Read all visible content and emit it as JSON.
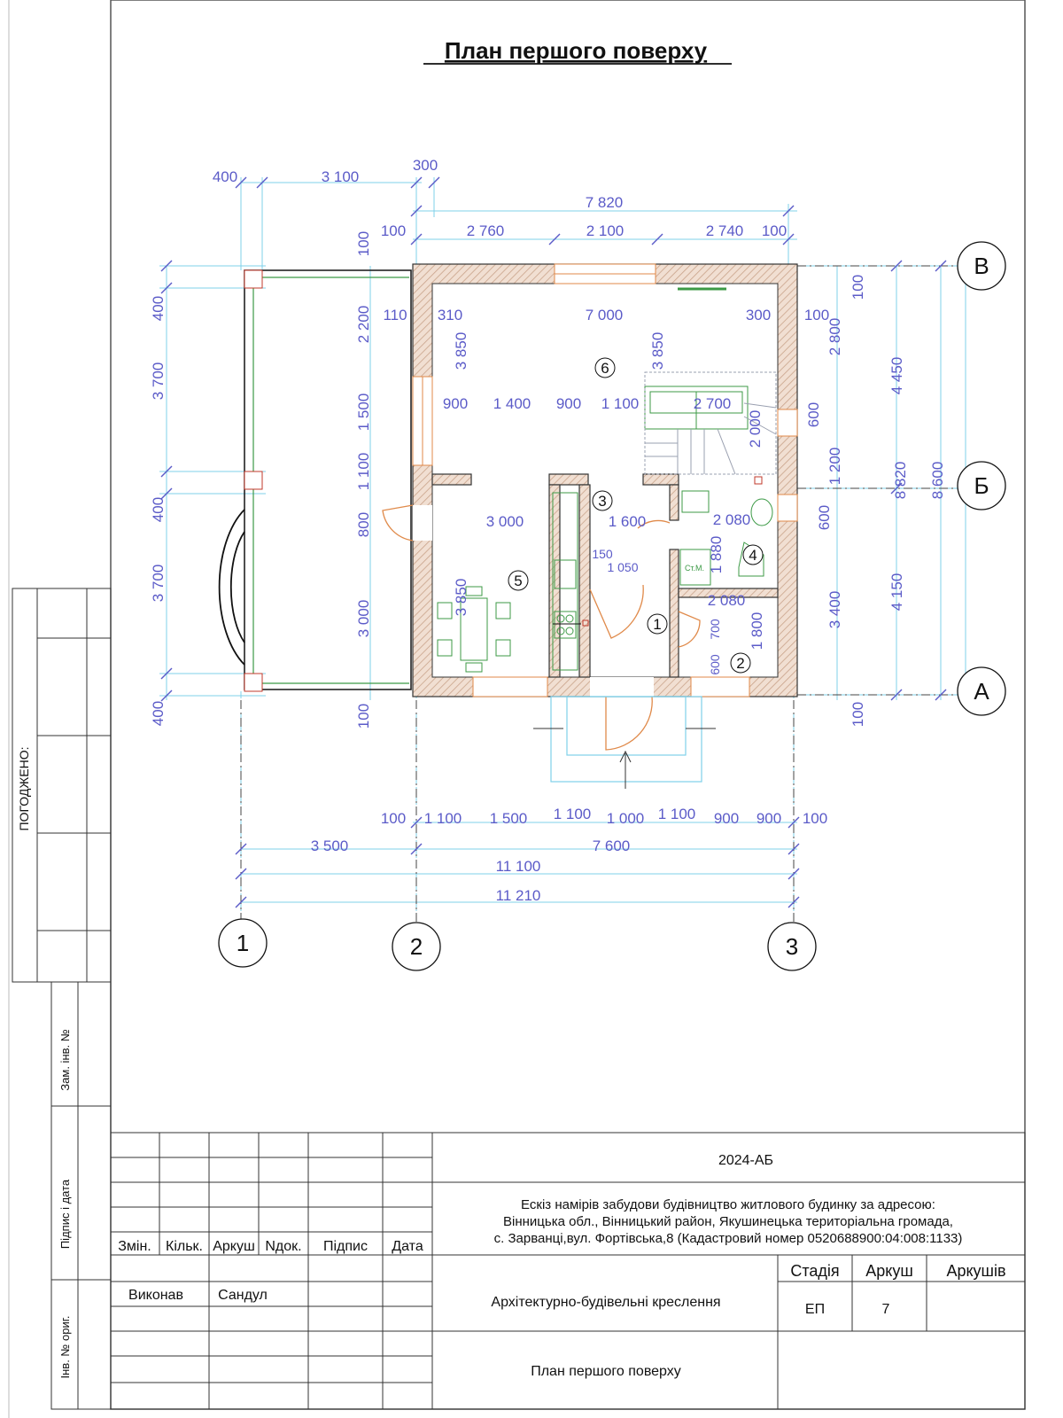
{
  "title": "План першого поверху",
  "dimensions": {
    "top_row1": [
      "400",
      "3 100",
      "300"
    ],
    "top_row2": [
      "7 820"
    ],
    "top_row3": [
      "100",
      "2 760",
      "2 100",
      "2 740",
      "100"
    ],
    "left_outer": [
      "400",
      "3 700",
      "400",
      "3 700",
      "400"
    ],
    "left_inner": [
      "100",
      "2 200",
      "1 500",
      "1 100",
      "800",
      "3 000",
      "100"
    ],
    "right_inner": [
      "100",
      "2 800",
      "600",
      "1 200",
      "600",
      "3 400",
      "100"
    ],
    "right_outer": [
      "4 450",
      "4 150"
    ],
    "right_total": [
      "8 820",
      "8 600"
    ],
    "bottom_row1": [
      "100",
      "1 100",
      "1 500",
      "1 100",
      "1 000",
      "1 100",
      "900",
      "900",
      "100"
    ],
    "bottom_row2": [
      "3 500",
      "7 600"
    ],
    "bottom_row3": [
      "11 100"
    ],
    "bottom_row4": [
      "11 210"
    ],
    "interior": [
      "110",
      "310",
      "7 000",
      "300",
      "100",
      "3 850",
      "3 850",
      "900",
      "1 400",
      "900",
      "1 100",
      "2 700",
      "2 000",
      "3 000",
      "1 600",
      "2 080",
      "3 850",
      "150",
      "1 050",
      "1 880",
      "2 080",
      "700",
      "1 800",
      "600"
    ]
  },
  "grid_axes": {
    "vertical": [
      "1",
      "2",
      "3"
    ],
    "horizontal": [
      "В",
      "Б",
      "А"
    ]
  },
  "room_numbers": [
    "1",
    "2",
    "3",
    "4",
    "5",
    "6"
  ],
  "small_labels": {
    "ctm": "Ст.М."
  },
  "side_stamp": {
    "pogodzheno": "ПОГОДЖЕНО:",
    "zam_inv": "Зам. інв. №",
    "pidpys_data": "Підпис і дата",
    "inv_orig": "Інв. № ориг."
  },
  "title_block": {
    "code": "2024-АБ",
    "description_lines": [
      "Ескіз намірів забудови будівництво  житлового будинку  за адресою:",
      "Вінницька обл., Вінницький район, Якушинецька територіальна громада,",
      "с. Зарванці,вул. Фортівська,8 (Кадастровий номер 0520688900:04:008:1133)"
    ],
    "headers": [
      "Змін.",
      "Кільк.",
      "Аркуш",
      "Nдок.",
      "Підпис",
      "Дата"
    ],
    "vykonav": "Виконав",
    "name": "Сандул",
    "stage_header": "Стадія",
    "sheet_header": "Аркуш",
    "sheets_header": "Аркушів",
    "stage": "ЕП",
    "sheet": "7",
    "sheets": "",
    "drawing_type": "Архітектурно-будівельні креслення",
    "drawing_name": "План першого поверху"
  },
  "colors": {
    "dimension_text": "#5b5bc8",
    "dimension_line": "#7fd0ea",
    "furniture": "#3c9a46",
    "door": "#e08a4a",
    "wall_hatch": "#c9a38a"
  }
}
